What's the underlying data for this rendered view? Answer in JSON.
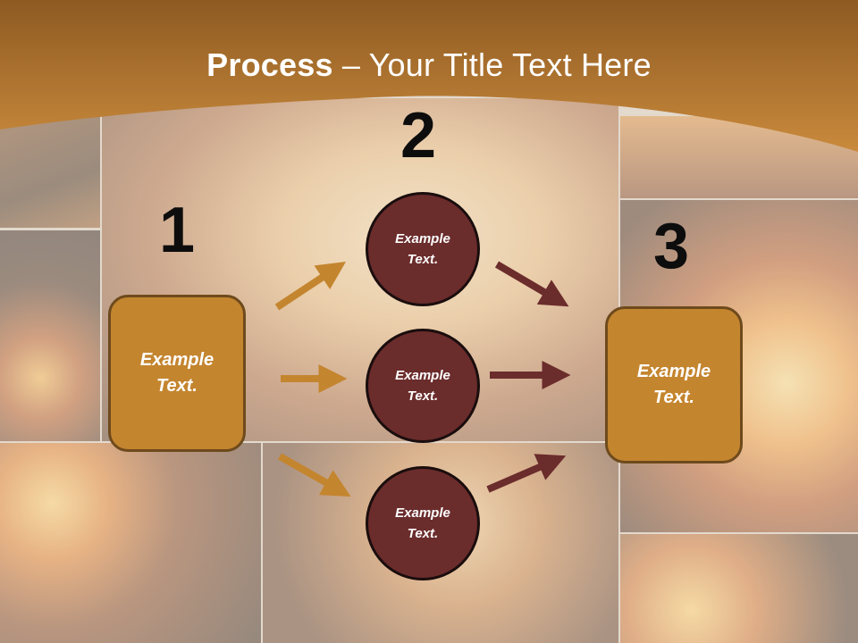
{
  "title": {
    "strong": "Process",
    "rest": " – Your Title Text Here"
  },
  "steps": [
    {
      "number": "1",
      "text": "Example\nText."
    },
    {
      "number": "2",
      "circles": [
        "Example\nText.",
        "Example\nText.",
        "Example\nText."
      ]
    },
    {
      "number": "3",
      "text": "Example\nText."
    }
  ],
  "colors": {
    "title_band": "#b9772a",
    "box_fill": "#c4852f",
    "circle_fill": "#6b2c2c",
    "arrow_left": "#c4852f",
    "arrow_right": "#6b2c2c"
  }
}
